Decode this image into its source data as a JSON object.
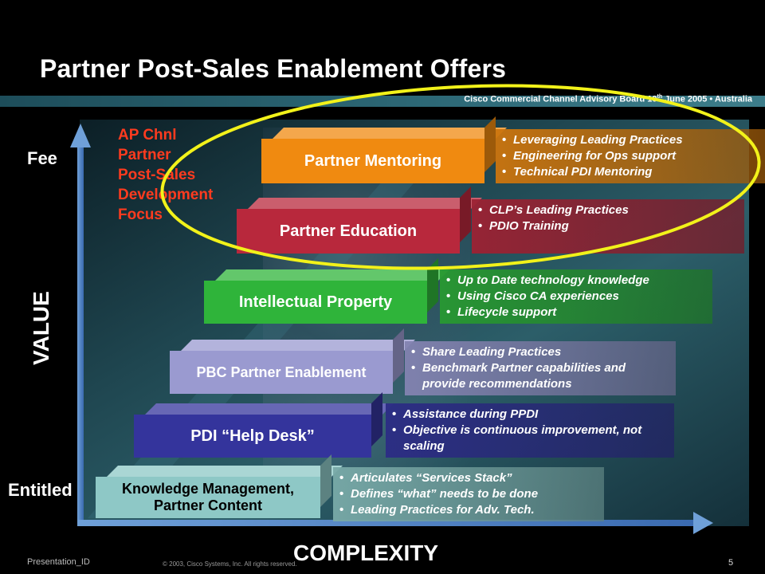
{
  "slide": {
    "title": "Partner Post-Sales Enablement Offers",
    "header_caption_prefix": "Cisco Commercial Channel Advisory Board 10",
    "header_caption_sup": "th",
    "header_caption_suffix": " June 2005 • Australia"
  },
  "axes": {
    "y_label": "VALUE",
    "x_label": "COMPLEXITY",
    "top_label": "Fee",
    "bottom_label": "Entitled"
  },
  "focus": {
    "lines": [
      "AP Chnl",
      "Partner",
      "Post-Sales",
      "Development",
      "Focus"
    ],
    "color": "#ff3b1f",
    "highlight_color": "#f2f21a"
  },
  "offers": [
    {
      "name": "Partner Mentoring",
      "color": "#f08a10",
      "bullets": [
        "Leveraging Leading Practices",
        "Engineering for Ops support",
        "Technical PDI Mentoring"
      ]
    },
    {
      "name": "Partner Education",
      "color": "#b8283c",
      "bullets": [
        "CLP’s Leading Practices",
        "PDIO Training"
      ]
    },
    {
      "name": "Intellectual Property",
      "color": "#2fb43a",
      "bullets": [
        "Up to Date technology knowledge",
        "Using Cisco CA experiences",
        "Lifecycle support"
      ]
    },
    {
      "name": "PBC Partner Enablement",
      "color": "#9a9ad0",
      "bullets": [
        "Share Leading Practices",
        "Benchmark Partner capabilities and provide recommendations"
      ]
    },
    {
      "name": "PDI “Help Desk”",
      "color": "#34349c",
      "bullets": [
        "Assistance during PPDI",
        "Objective is continuous improvement, not scaling"
      ]
    },
    {
      "name": "Knowledge Management, Partner Content",
      "color": "#8ec8c6",
      "bullets": [
        "Articulates “Services Stack”",
        "Defines “what” needs to be done",
        "Leading Practices for Adv. Tech."
      ]
    }
  ],
  "footer": {
    "presentation_id": "Presentation_ID",
    "copyright": "© 2003, Cisco Systems, Inc. All rights reserved.",
    "page_number": "5"
  }
}
